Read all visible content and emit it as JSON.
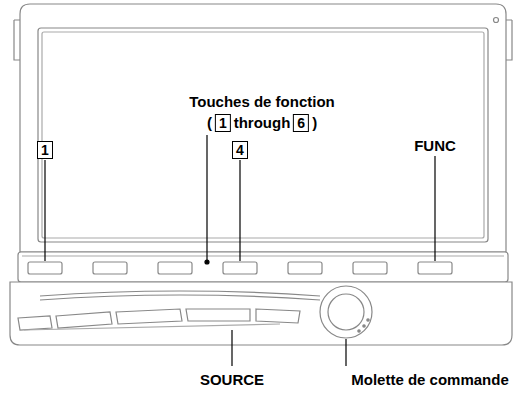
{
  "diagram": {
    "nodes": [
      {
        "text": [
          "1"
        ]
      },
      {
        "text": [
          "6"
        ]
      },
      {
        "text": [
          "1"
        ]
      },
      {
        "text": [
          "4"
        ]
      }
    ],
    "labels": [
      "Touches de fonction",
      "(",
      "through",
      ")",
      "FUNC",
      "SOURCE",
      "Molette de commande"
    ]
  }
}
